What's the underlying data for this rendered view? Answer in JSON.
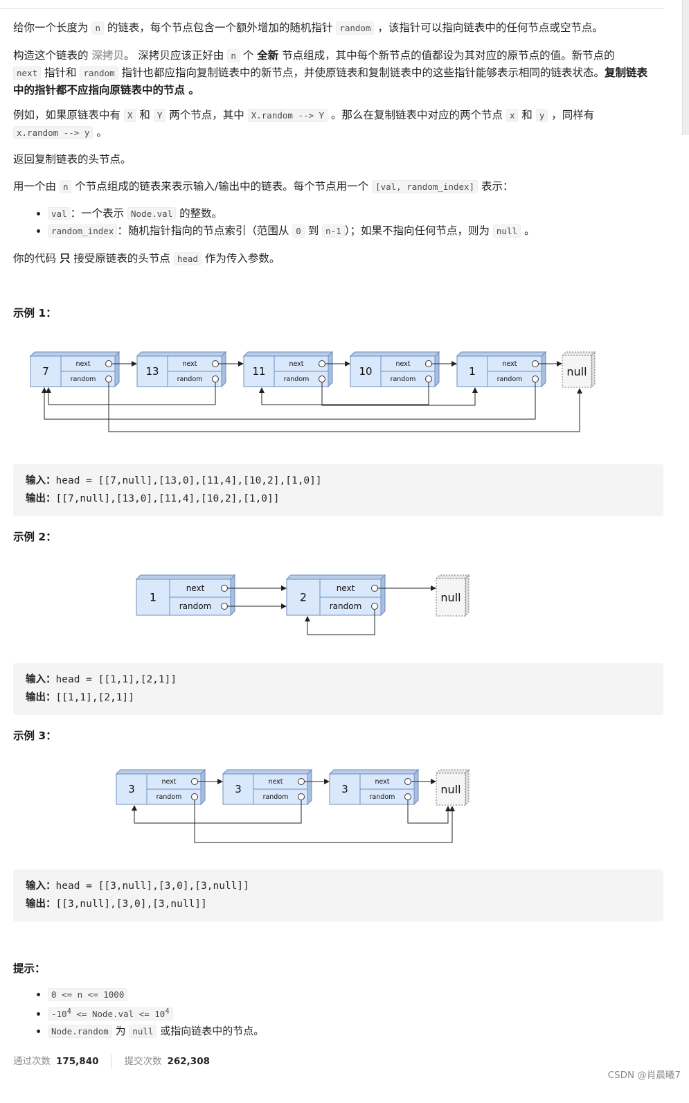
{
  "problem": {
    "p1": [
      "给你一个长度为 ",
      "n",
      " 的链表，每个节点包含一个额外增加的随机指针 ",
      "random",
      " ，该指针可以指向链表中的任何节点或空节点。"
    ],
    "p2": [
      "构造这个链表的 ",
      "深拷贝",
      "。 深拷贝应该正好由 ",
      "n",
      " 个 ",
      "全新",
      " 节点组成，其中每个新节点的值都设为其对应的原节点的值。新节点的",
      "next",
      " 指针和 ",
      "random",
      " 指针也都应指向复制链表中的新节点，并使原链表和复制链表中的这些指针能够表示相同的链表状态。",
      "复制链表中的指针都不应指向原链表中的节点",
      " 。"
    ],
    "p3": [
      "例如，如果原链表中有 ",
      "X",
      " 和 ",
      "Y",
      " 两个节点，其中 ",
      "X.random --> Y",
      " 。那么在复制链表中对应的两个节点 ",
      "x",
      " 和 ",
      "y",
      " ，同样有 ",
      "x.random --> y",
      " 。"
    ],
    "p4": "返回复制链表的头节点。",
    "p5": [
      "用一个由 ",
      "n",
      " 个节点组成的链表来表示输入/输出中的链表。每个节点用一个 ",
      "[val, random_index]",
      " 表示："
    ],
    "bullets": [
      [
        "val",
        "：一个表示 ",
        "Node.val",
        " 的整数。"
      ],
      [
        "random_index",
        "：随机指针指向的节点索引（范围从 ",
        "0",
        " 到 ",
        "n-1",
        "）；如果不指向任何节点，则为 ",
        "null",
        " 。"
      ]
    ],
    "p6": [
      "你的代码 ",
      "只",
      " 接受原链表的头节点 ",
      "head",
      " 作为传入参数。"
    ]
  },
  "node_labels": {
    "next": "next",
    "random": "random",
    "null": "null"
  },
  "examples": [
    {
      "title": "示例 1：",
      "nodes": [
        "7",
        "13",
        "11",
        "10",
        "1"
      ],
      "random": [
        null,
        0,
        4,
        2,
        0
      ],
      "input_label": "输入：",
      "input": "head = [[7,null],[13,0],[11,4],[10,2],[1,0]]",
      "output_label": "输出：",
      "output": "[[7,null],[13,0],[11,4],[10,2],[1,0]]"
    },
    {
      "title": "示例 2：",
      "nodes": [
        "1",
        "2"
      ],
      "random": [
        1,
        1
      ],
      "input_label": "输入：",
      "input": "head = [[1,1],[2,1]]",
      "output_label": "输出：",
      "output": "[[1,1],[2,1]]"
    },
    {
      "title": "示例 3：",
      "nodes": [
        "3",
        "3",
        "3"
      ],
      "random": [
        null,
        0,
        null
      ],
      "input_label": "输入：",
      "input": "head = [[3,null],[3,0],[3,null]]",
      "output_label": "输出：",
      "output": "[[3,null],[3,0],[3,null]]"
    }
  ],
  "hints": {
    "title": "提示：",
    "items": [
      [
        "0 <= n <= 1000"
      ],
      [
        "-10",
        "4",
        " <= Node.val <= 10",
        "4"
      ],
      [
        "Node.random",
        " 为 ",
        "null",
        " 或指向链表中的节点。"
      ]
    ]
  },
  "stats": {
    "passed_label": "通过次数",
    "passed": "175,840",
    "submitted_label": "提交次数",
    "submitted": "262,308"
  },
  "watermark": "CSDN @肖晨曦7"
}
